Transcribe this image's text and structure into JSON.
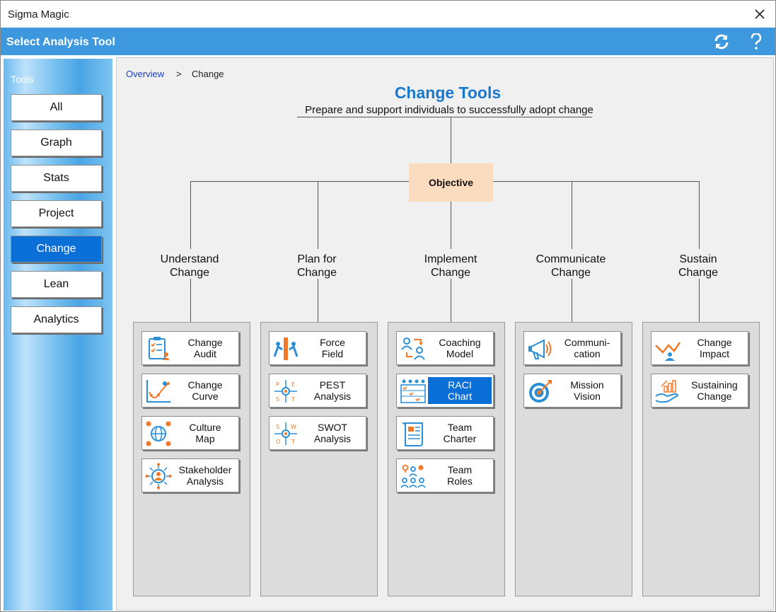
{
  "window": {
    "title": "Sigma Magic"
  },
  "header": {
    "title": "Select Analysis Tool"
  },
  "sidebar": {
    "label": "Tools",
    "items": [
      {
        "label": "All"
      },
      {
        "label": "Graph"
      },
      {
        "label": "Stats"
      },
      {
        "label": "Project"
      },
      {
        "label": "Change",
        "active": true
      },
      {
        "label": "Lean"
      },
      {
        "label": "Analytics"
      }
    ]
  },
  "breadcrumb": {
    "link": "Overview",
    "separator": ">",
    "current": "Change"
  },
  "main": {
    "title": "Change Tools",
    "subtitle": "Prepare and support individuals to successfully adopt change",
    "objective": "Objective",
    "branches": [
      {
        "label": "Understand\nChange",
        "tools": [
          {
            "label": "Change\nAudit",
            "icon": "change-audit-icon"
          },
          {
            "label": "Change\nCurve",
            "icon": "change-curve-icon"
          },
          {
            "label": "Culture\nMap",
            "icon": "culture-map-icon"
          },
          {
            "label": "Stakeholder\nAnalysis",
            "icon": "stakeholder-icon"
          }
        ]
      },
      {
        "label": "Plan for\nChange",
        "tools": [
          {
            "label": "Force\nField",
            "icon": "force-field-icon"
          },
          {
            "label": "PEST\nAnalysis",
            "icon": "pest-icon"
          },
          {
            "label": "SWOT\nAnalysis",
            "icon": "swot-icon"
          }
        ]
      },
      {
        "label": "Implement\nChange",
        "tools": [
          {
            "label": "Coaching\nModel",
            "icon": "coaching-icon"
          },
          {
            "label": "RACI\nChart",
            "icon": "raci-icon",
            "selected": true
          },
          {
            "label": "Team\nCharter",
            "icon": "team-charter-icon"
          },
          {
            "label": "Team\nRoles",
            "icon": "team-roles-icon"
          }
        ]
      },
      {
        "label": "Communicate\nChange",
        "tools": [
          {
            "label": "Communi-\ncation",
            "icon": "megaphone-icon"
          },
          {
            "label": "Mission\nVision",
            "icon": "target-icon"
          }
        ]
      },
      {
        "label": "Sustain\nChange",
        "tools": [
          {
            "label": "Change\nImpact",
            "icon": "change-impact-icon"
          },
          {
            "label": "Sustaining\nChange",
            "icon": "sustaining-icon"
          }
        ]
      }
    ]
  },
  "colors": {
    "header": "#3d98de",
    "accent": "#0a70d8",
    "title": "#1a78cc",
    "objective": "#fbdcbf",
    "icon_blue": "#2b8fd6",
    "icon_orange": "#f07a2a"
  }
}
